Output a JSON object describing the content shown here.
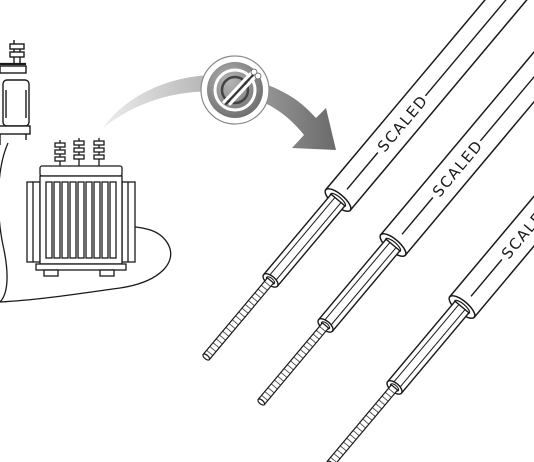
{
  "cables": [
    {
      "label": "SCALED"
    },
    {
      "label": "SCALED"
    },
    {
      "label": "SCALED"
    }
  ],
  "colors": {
    "stroke": "#1a1a1a",
    "background": "#ffffff",
    "arrow_light": "#e6e6e6",
    "arrow_dark": "#6f6f6f",
    "badge_outer": "#8a8a8a",
    "badge_inner": "#444444"
  },
  "icons": [
    "utility-pole-transformer-icon",
    "power-transformer-icon",
    "cable-core-badge-icon",
    "curved-arrow-icon"
  ]
}
